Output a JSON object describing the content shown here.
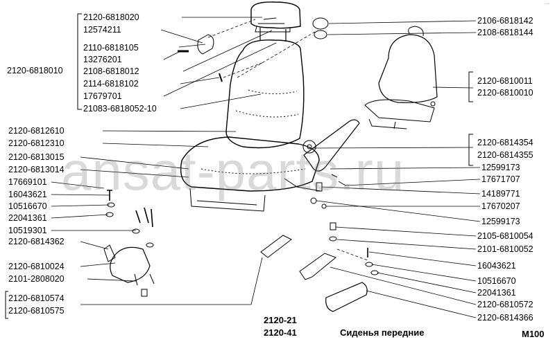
{
  "left_labels": [
    "2120-6818020",
    "12574211",
    "2110-6818105",
    "13276201",
    "2108-6818012",
    "2114-6818102",
    "17679701",
    "21083-6818052-10",
    "2120-6818010",
    "2120-6812610",
    "2120-6812310",
    "2120-6813015",
    "2120-6813014",
    "17669101",
    "16043621",
    "10516670",
    "22041361",
    "10519301",
    "2120-6814362",
    "2120-6810024",
    "2101-2808020",
    "2120-6810574",
    "2120-6810575"
  ],
  "right_labels": [
    "2106-6818142",
    "2108-6818144",
    "2120-6810011",
    "2120-6810010",
    "2120-6814354",
    "2120-6814355",
    "12599173",
    "17671707",
    "14189771",
    "17670207",
    "12599173",
    "2105-6810054",
    "2101-6810052",
    "16043621",
    "10516670",
    "22041361",
    "2120-6810572",
    "2120-6814366"
  ],
  "footer": {
    "model_1": "2120-21",
    "model_2": "2120-41",
    "caption": "Сиденья передние",
    "code": "М100"
  },
  "watermark": "ansat-parts.ru",
  "corner_mark": "...",
  "colors": {
    "line": "#000000",
    "text": "#000000",
    "watermark": "#8a8a8a"
  }
}
